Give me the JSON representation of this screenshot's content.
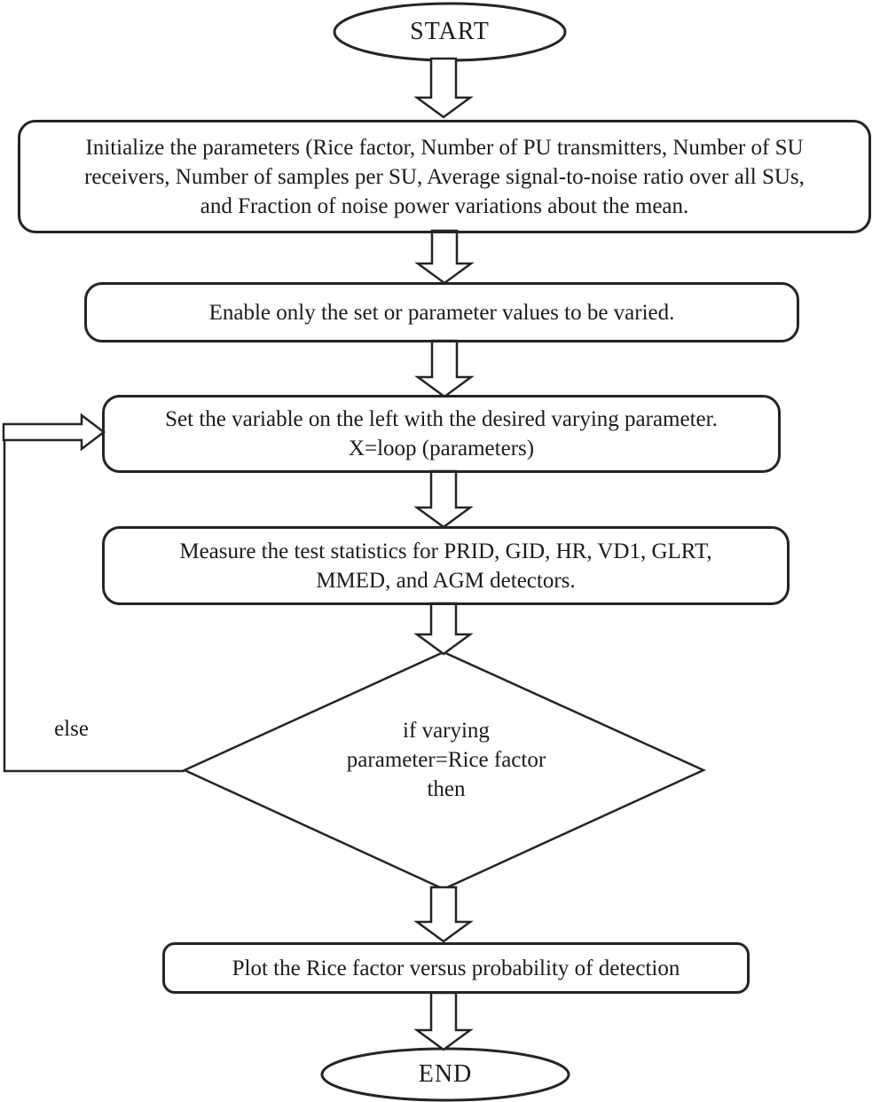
{
  "diagram": {
    "type": "flowchart",
    "colors": {
      "stroke": "#262324",
      "background": "#ffffff",
      "text": "#1d1a1b"
    },
    "nodes": {
      "start": {
        "shape": "terminator-oval",
        "label": "START"
      },
      "initialize": {
        "shape": "rounded-process-box",
        "line1": "Initialize the parameters (Rice factor, Number of PU transmitters, Number of SU",
        "line2": "receivers, Number of samples per SU, Average signal-to-noise ratio over all SUs,",
        "line3": "and Fraction of noise power variations about the mean."
      },
      "enable": {
        "shape": "rounded-process-box",
        "label": "Enable only the set or parameter values to be varied."
      },
      "set_variable": {
        "shape": "rounded-process-box",
        "line1": "Set the variable on the left with the desired varying parameter.",
        "line2": "X=loop (parameters)"
      },
      "measure": {
        "shape": "rounded-process-box",
        "line1": "Measure the test statistics for PRID, GID, HR, VD1, GLRT,",
        "line2": "MMED, and AGM detectors."
      },
      "decision": {
        "shape": "decision-diamond",
        "line1": "if varying",
        "line2": "parameter=Rice factor",
        "line3": "then"
      },
      "plot": {
        "shape": "rounded-process-box",
        "label": "Plot the Rice factor versus probability of detection"
      },
      "end": {
        "shape": "terminator-oval",
        "label": "END"
      }
    },
    "edges": {
      "else_branch_label": "else",
      "flow": [
        "start -> initialize",
        "initialize -> enable",
        "enable -> set_variable",
        "set_variable -> measure",
        "measure -> decision",
        "decision -> plot (then)",
        "decision -> set_variable (else)",
        "plot -> end"
      ]
    }
  }
}
